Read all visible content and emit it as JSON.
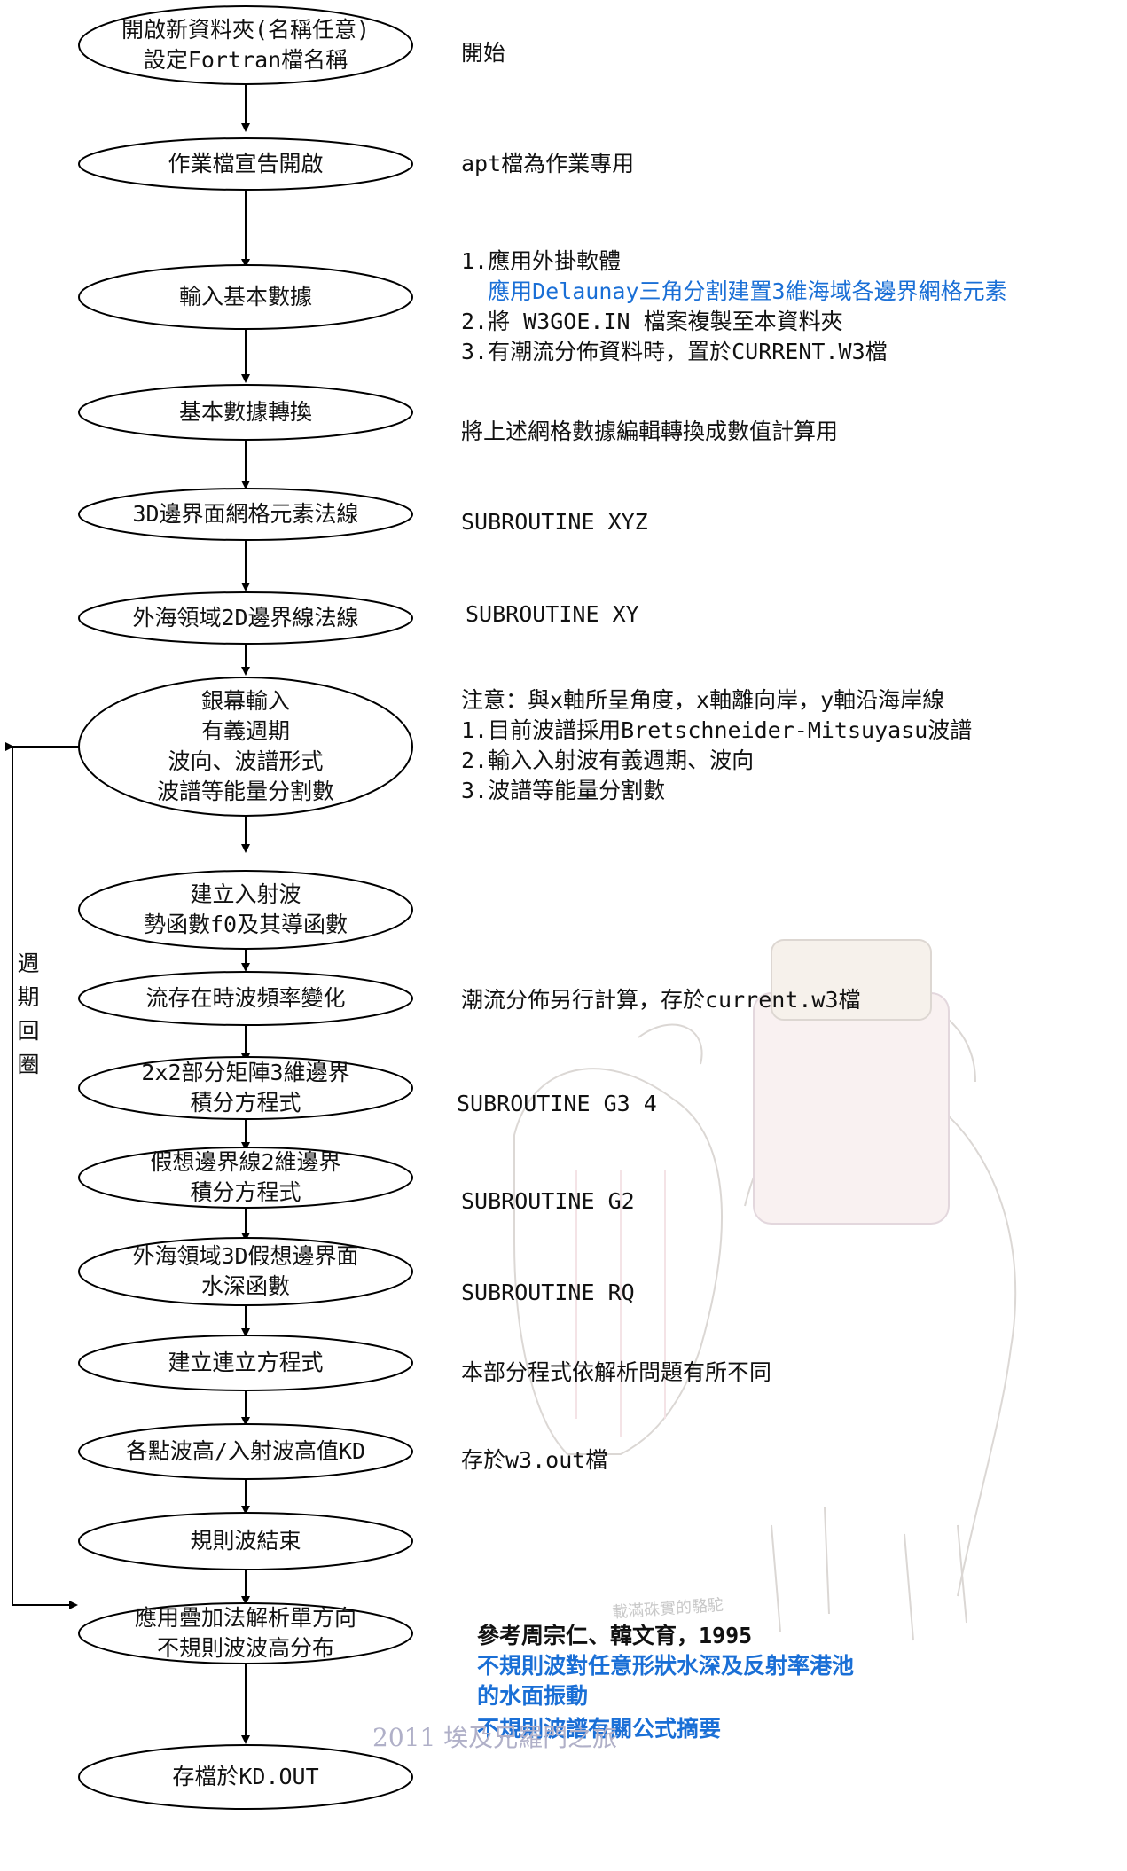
{
  "flow_steps": [
    {
      "id": "s1",
      "lines": [
        "開啟新資料夾(名稱任意)",
        "設定Fortran檔名稱"
      ]
    },
    {
      "id": "s2",
      "lines": [
        "作業檔宣告開啟"
      ]
    },
    {
      "id": "s3",
      "lines": [
        "輸入基本數據"
      ]
    },
    {
      "id": "s4",
      "lines": [
        "基本數據轉換"
      ]
    },
    {
      "id": "s5",
      "lines": [
        "3D邊界面網格元素法線"
      ]
    },
    {
      "id": "s6",
      "lines": [
        "外海領域2D邊界線法線"
      ]
    },
    {
      "id": "s7",
      "lines": [
        "銀幕輸入",
        "有義週期",
        "波向、波譜形式",
        "波譜等能量分割數"
      ]
    },
    {
      "id": "s8",
      "lines": [
        "建立入射波",
        "勢函數f0及其導函數"
      ]
    },
    {
      "id": "s9",
      "lines": [
        "流存在時波頻率變化"
      ]
    },
    {
      "id": "s10",
      "lines": [
        "2x2部分矩陣3維邊界",
        "積分方程式"
      ]
    },
    {
      "id": "s11",
      "lines": [
        "假想邊界線2維邊界",
        "積分方程式"
      ]
    },
    {
      "id": "s12",
      "lines": [
        "外海領域3D假想邊界面",
        "水深函數"
      ]
    },
    {
      "id": "s13",
      "lines": [
        "建立連立方程式"
      ]
    },
    {
      "id": "s14",
      "lines": [
        "各點波高/入射波高值KD"
      ]
    },
    {
      "id": "s15",
      "lines": [
        "規則波結束"
      ]
    },
    {
      "id": "s16",
      "lines": [
        "應用疊加法解析單方向",
        "不規則波波高分布"
      ]
    },
    {
      "id": "s17",
      "lines": [
        "存檔於KD.OUT"
      ]
    }
  ],
  "notes": [
    {
      "id": "n1",
      "lines": [
        {
          "text": "開始"
        }
      ]
    },
    {
      "id": "n2",
      "lines": [
        {
          "text": "apt檔為作業專用"
        }
      ]
    },
    {
      "id": "n3",
      "lines": [
        {
          "text": "1.應用外掛軟體"
        },
        {
          "text": "  應用Delaunay三角分割建置3維海域各邊界網格元素",
          "color": "blue"
        },
        {
          "text": "2.將 W3GOE.IN 檔案複製至本資料夾"
        },
        {
          "text": "3.有潮流分佈資料時，置於CURRENT.W3檔"
        }
      ]
    },
    {
      "id": "n4",
      "lines": [
        {
          "text": "將上述網格數據編輯轉換成數值計算用"
        }
      ]
    },
    {
      "id": "n5",
      "lines": [
        {
          "text": "SUBROUTINE XYZ"
        }
      ]
    },
    {
      "id": "n6",
      "lines": [
        {
          "text": "SUBROUTINE XY"
        }
      ]
    },
    {
      "id": "n7",
      "lines": [
        {
          "text": "注意：與x軸所呈角度，x軸離向岸，y軸沿海岸線"
        },
        {
          "text": "1.目前波譜採用Bretschneider-Mitsuyasu波譜"
        },
        {
          "text": "2.輸入入射波有義週期、波向"
        },
        {
          "text": "3.波譜等能量分割數"
        }
      ]
    },
    {
      "id": "n9",
      "lines": [
        {
          "text": "潮流分佈另行計算，存於current.w3檔"
        }
      ]
    },
    {
      "id": "n10",
      "lines": [
        {
          "text": "SUBROUTINE G3_4"
        }
      ]
    },
    {
      "id": "n11",
      "lines": [
        {
          "text": "SUBROUTINE G2"
        }
      ]
    },
    {
      "id": "n12",
      "lines": [
        {
          "text": "SUBROUTINE RQ"
        }
      ]
    },
    {
      "id": "n13",
      "lines": [
        {
          "text": "本部分程式依解析問題有所不同"
        }
      ]
    },
    {
      "id": "n14",
      "lines": [
        {
          "text": "存於w3.out檔"
        }
      ]
    },
    {
      "id": "n16",
      "lines": [
        {
          "text": "參考周宗仁、韓文育，1995",
          "bold": true
        },
        {
          "text": "不規則波對任意形狀水深及反射率港池",
          "color": "blue",
          "bold": true
        },
        {
          "text": "的水面振動",
          "color": "blue",
          "bold": true
        }
      ]
    },
    {
      "id": "n17",
      "lines": [
        {
          "text": "不規則波譜有關公式摘要",
          "color": "blue",
          "bold": true
        }
      ]
    }
  ],
  "loop_label": [
    "週",
    "期",
    "回",
    "圈"
  ],
  "watermark": {
    "year": "2011 埃及兄羅門之旅",
    "signature": "載滿硃實的駱駝"
  }
}
